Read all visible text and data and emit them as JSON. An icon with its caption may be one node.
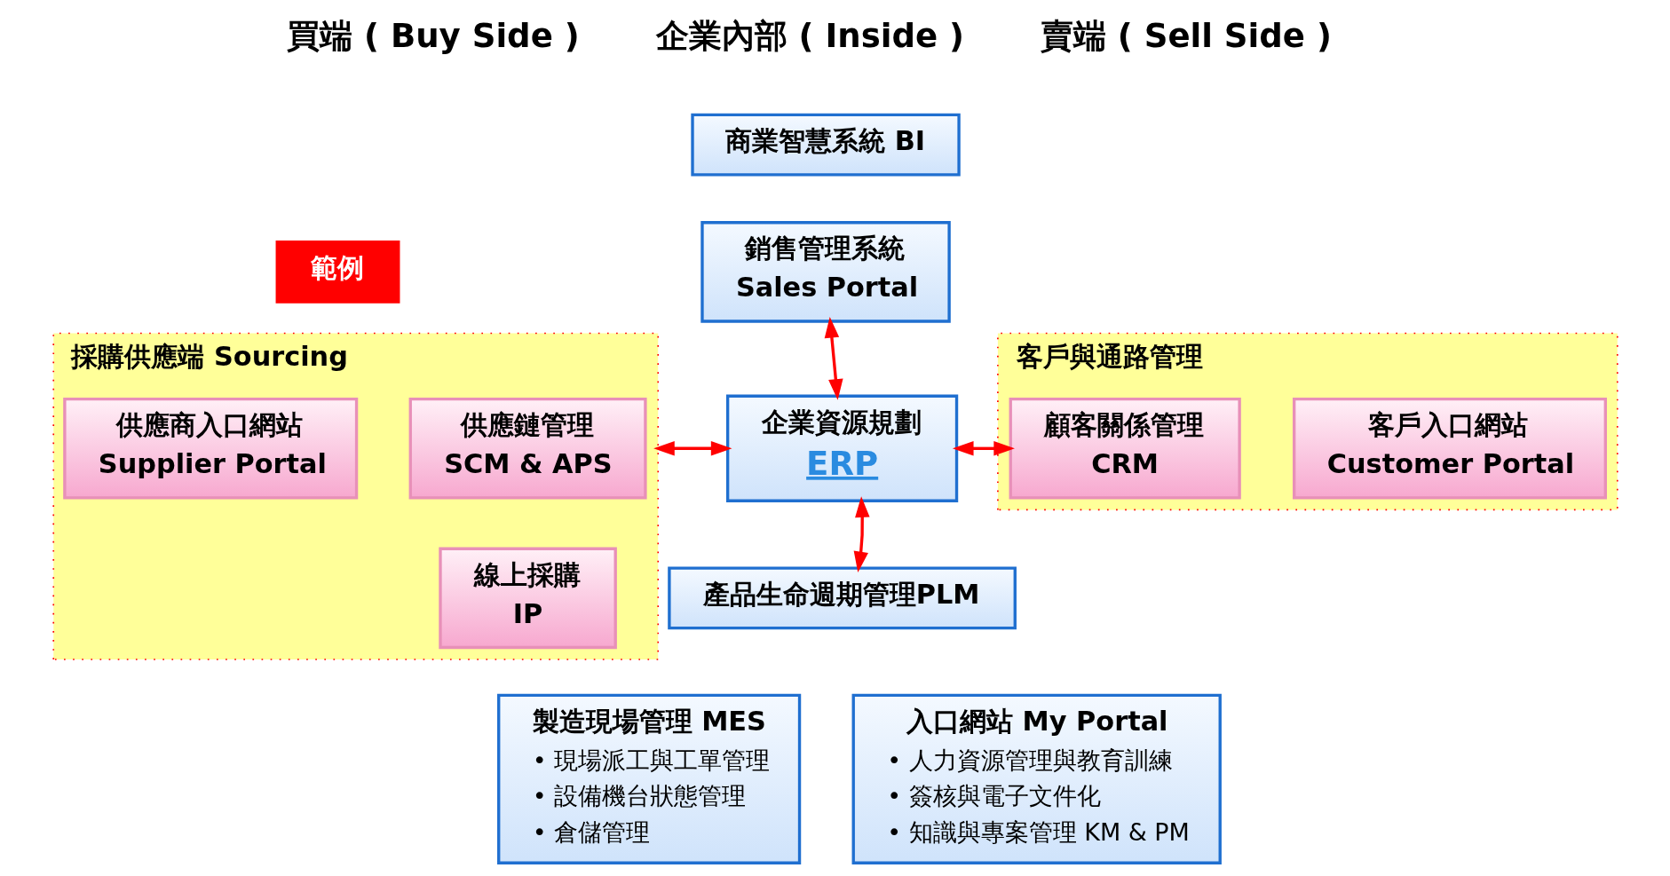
{
  "diagram": {
    "nodes": [
      {
        "text": [
          "範例"
        ]
      },
      {
        "text": [
          "商業智慧系統 BI"
        ]
      },
      {
        "text": [
          "銷售管理系統",
          "Sales Portal"
        ]
      },
      {
        "text": [
          "採購供應端 Sourcing"
        ]
      },
      {
        "text": [
          "供應商入口網站",
          "Supplier Portal"
        ],
        "in": 3
      },
      {
        "text": [
          "供應鏈管理",
          "SCM & APS"
        ],
        "in": 3
      },
      {
        "text": [
          "線上採購",
          "IP"
        ],
        "in": 3
      },
      {
        "text": [
          "企業資源規劃",
          "ERP"
        ]
      },
      {
        "text": [
          "客戶與通路管理"
        ]
      },
      {
        "text": [
          "顧客關係管理",
          "CRM"
        ],
        "in": 8
      },
      {
        "text": [
          "客戶入口網站",
          "Customer Portal"
        ],
        "in": 8
      },
      {
        "text": [
          "產品生命週期管理PLM"
        ]
      },
      {
        "text": [
          "製造現場管理 MES",
          "• 現場派工與工單管理",
          "• 設備機台狀態管理",
          "• 倉儲管理"
        ]
      },
      {
        "text": [
          "入口網站 My Portal",
          "• 人力資源管理與教育訓練",
          "• 簽核與電子文件化",
          "• 知識與專案管理 KM & PM"
        ]
      }
    ],
    "edges": [
      {
        "from": 2,
        "to": 7,
        "arrow": "both"
      },
      {
        "from": 3,
        "to": 7,
        "arrow": "both"
      },
      {
        "from": 7,
        "to": 9,
        "arrow": "both"
      },
      {
        "from": 7,
        "to": 11,
        "arrow": "both"
      }
    ],
    "labels": [
      "買端 ( Buy Side )",
      "企業內部 ( Inside )",
      "賣端 ( Sell Side )"
    ]
  }
}
